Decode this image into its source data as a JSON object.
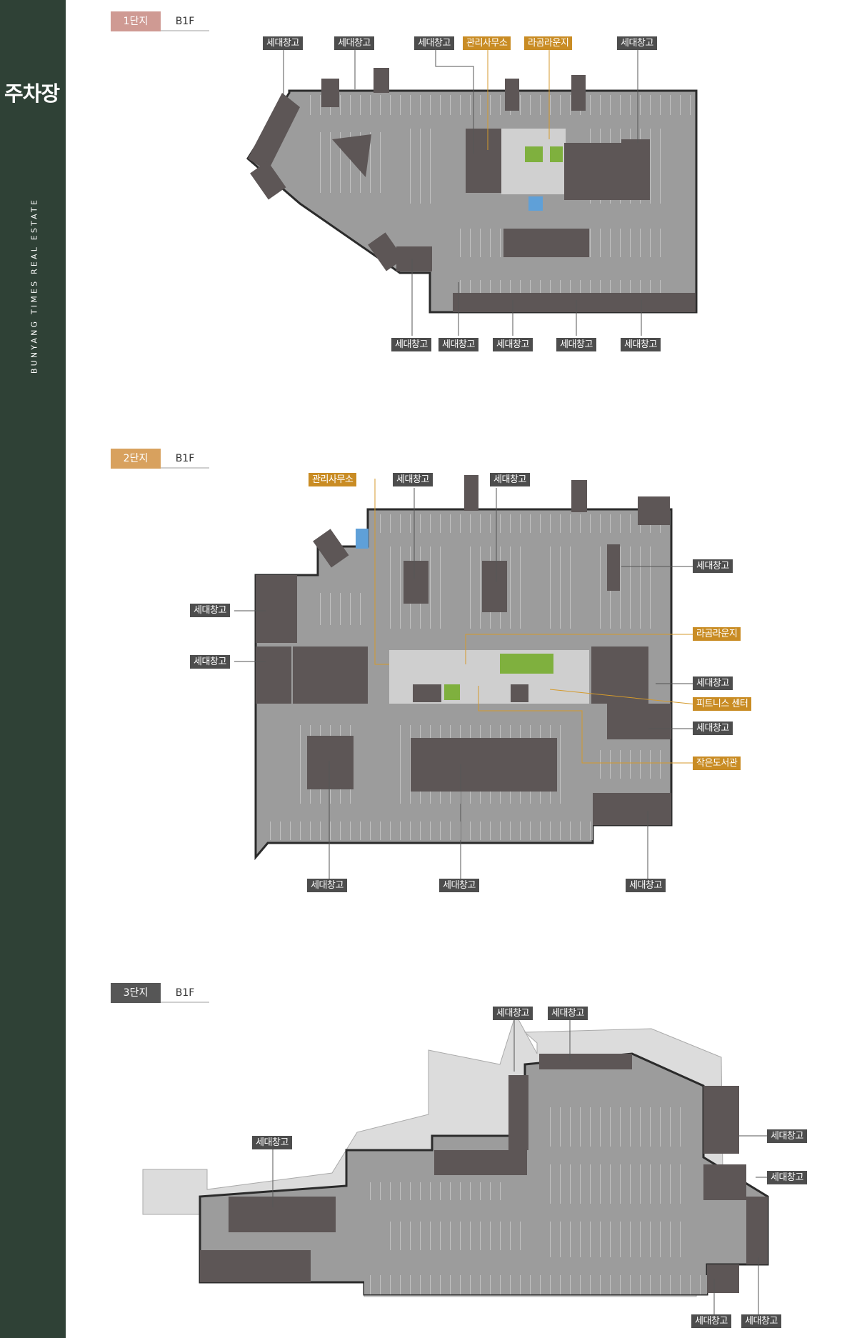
{
  "sidebar": {
    "title": "주차장",
    "brand": "BUNYANG TIMES REAL ESTATE",
    "background": "#2f4136"
  },
  "labels": {
    "storage": "세대창고",
    "management_office": "관리사무소",
    "lagom_lounge": "라곰라운지",
    "fitness_center": "피트니스 센터",
    "small_library": "작은도서관"
  },
  "colors": {
    "storage_label": "#4d4d4d",
    "facility_label": "#c98c24",
    "parking_floor": "#9c9c9c",
    "building_core": "#5d5656",
    "outline": "#2b2b2b",
    "leader_storage": "#555555",
    "leader_facility": "#d49a2c",
    "unexcavated": "#dcdcdc"
  },
  "sections": [
    {
      "complex": "1단지",
      "floor": "B1F",
      "tag_color": "#cf9a93"
    },
    {
      "complex": "2단지",
      "floor": "B1F",
      "tag_color": "#d8a15e"
    },
    {
      "complex": "3단지",
      "floor": "B1F",
      "tag_color": "#565656"
    }
  ]
}
